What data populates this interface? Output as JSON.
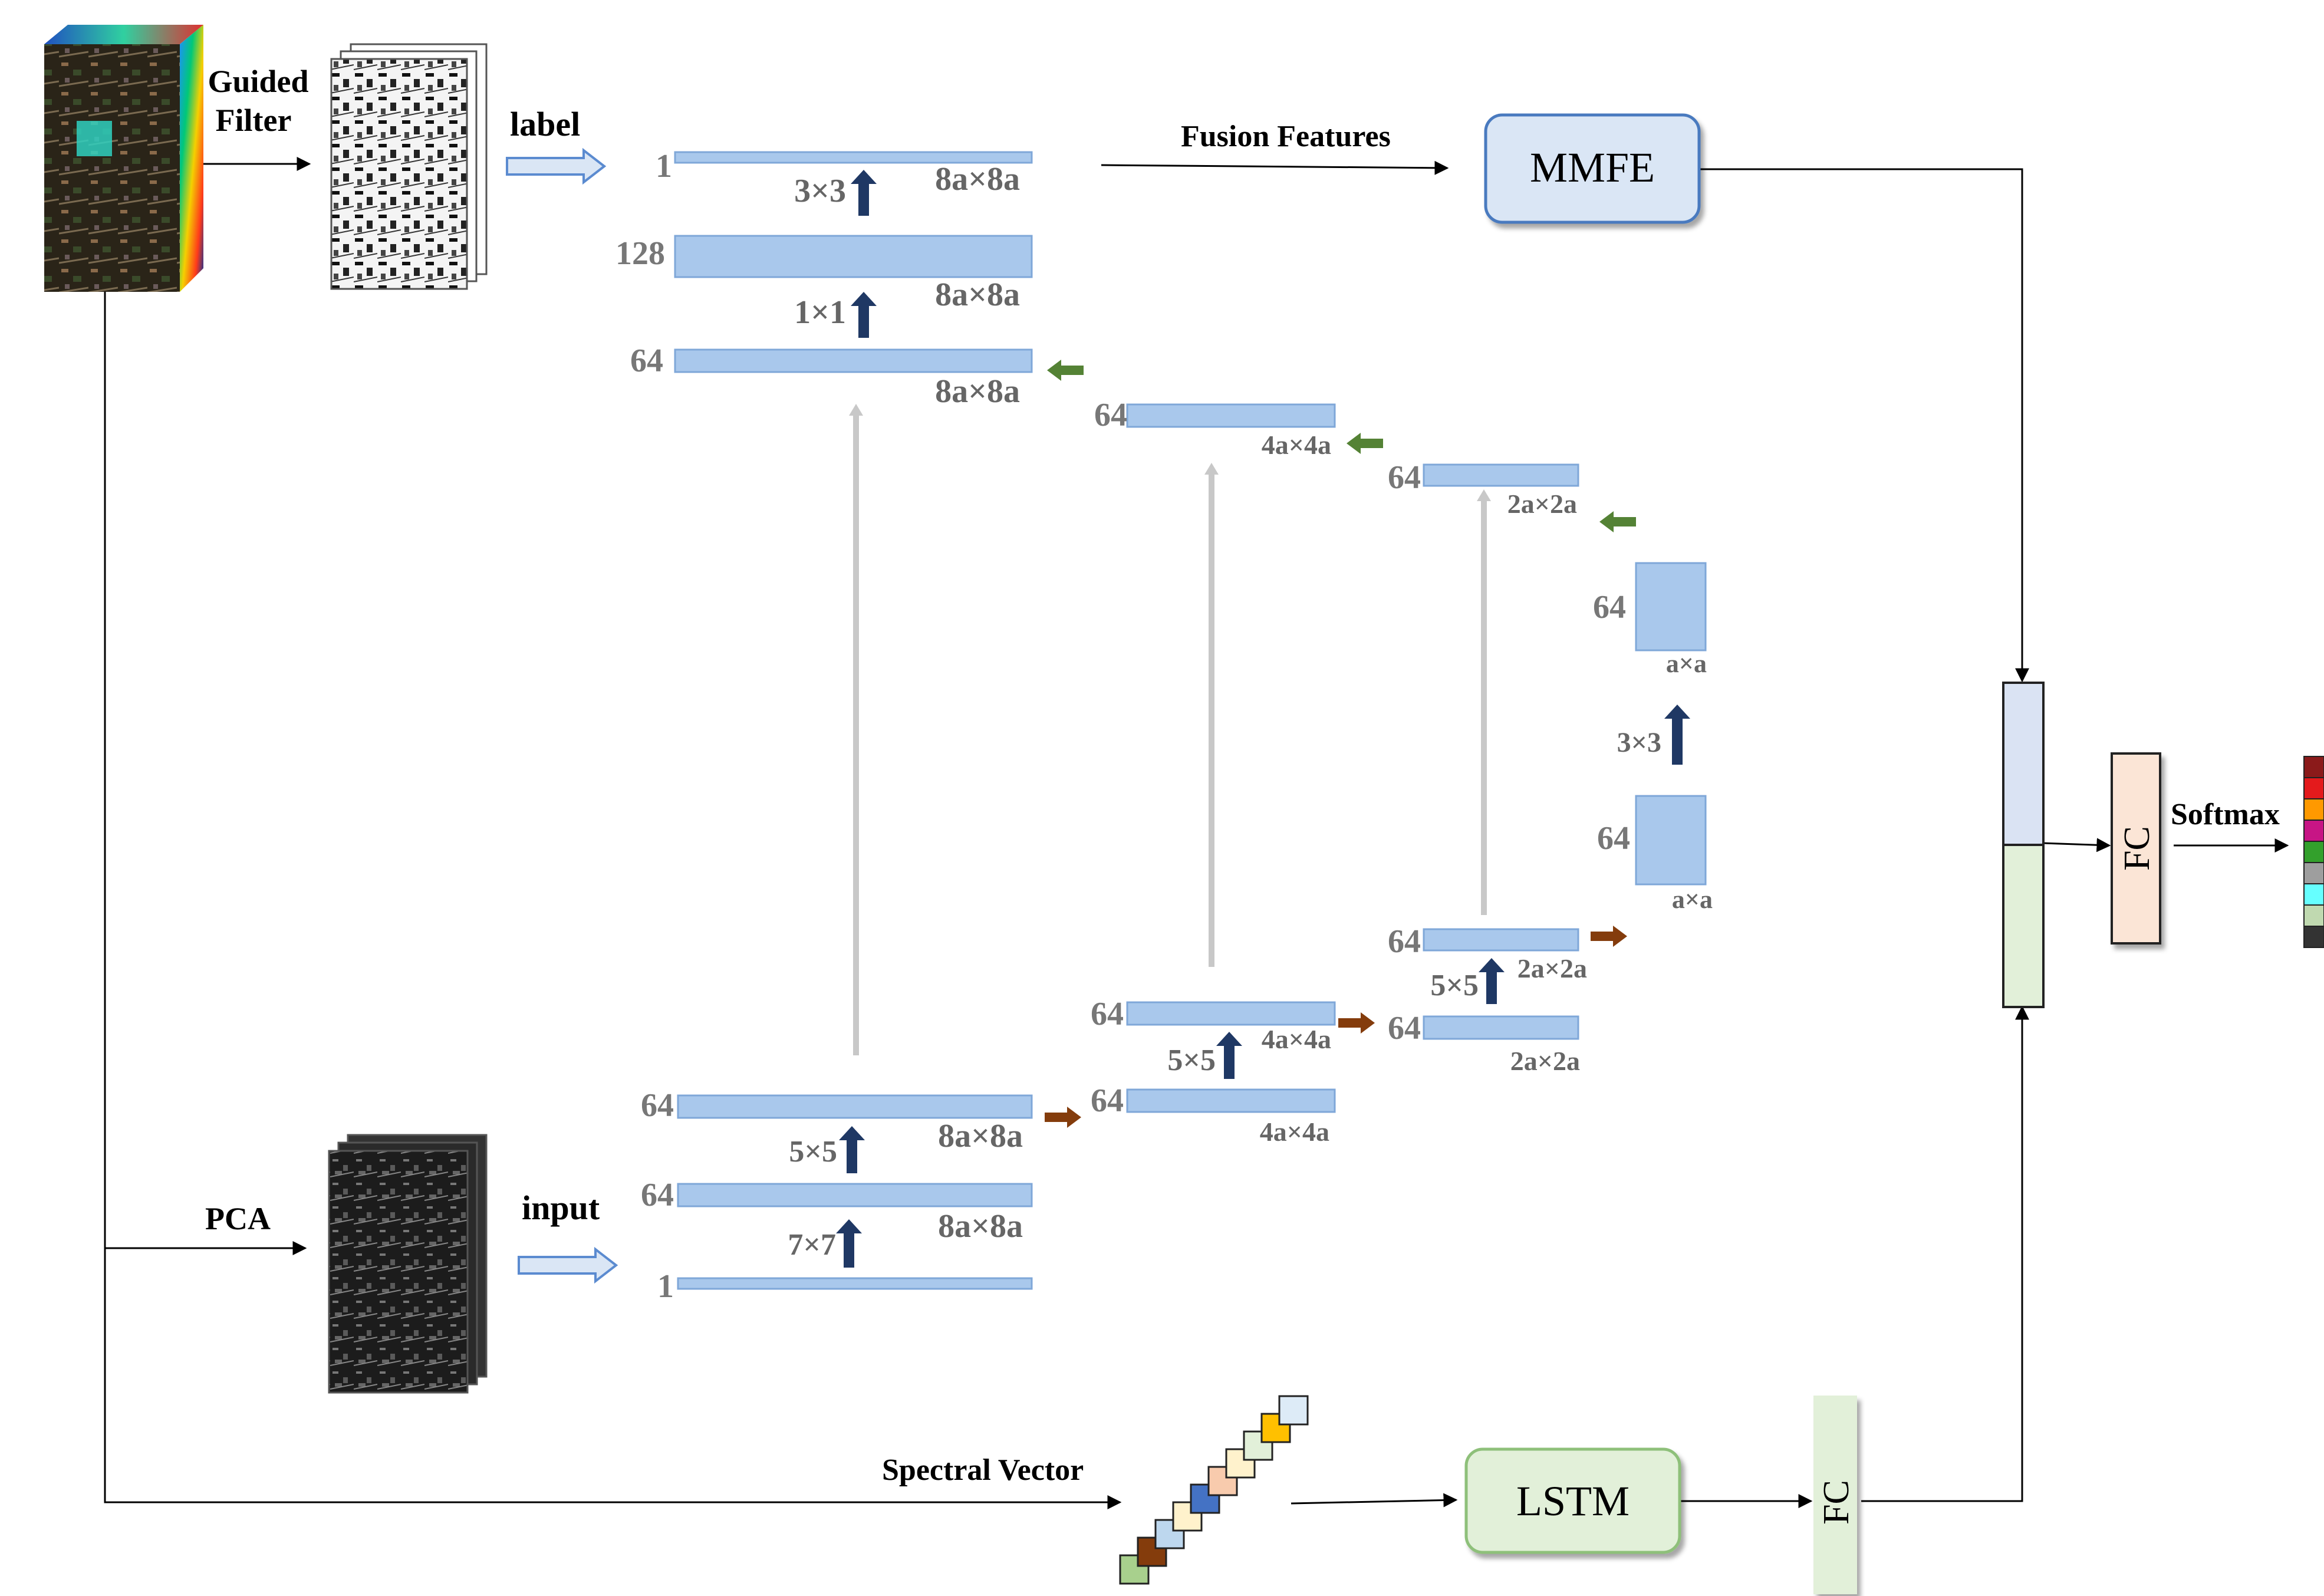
{
  "labels": {
    "guided_filter": [
      "Guided",
      "Filter"
    ],
    "label": "label",
    "input": "input",
    "pca": "PCA",
    "fusion_features": "Fusion Features",
    "spectral_vector": "Spectral Vector",
    "softmax": "Softmax"
  },
  "boxes": {
    "mmfe": "MMFE",
    "lstm": "LSTM",
    "fc_main": "FC",
    "fc_lstm": "FC"
  },
  "decoder": {
    "top": {
      "channels": "1",
      "size": "8a×8a",
      "kernel": "3×3"
    },
    "mid": {
      "channels": "128",
      "size": "8a×8a",
      "kernel": "1×1"
    },
    "bottom": {
      "channels": "64",
      "size": "8a×8a"
    },
    "d4": {
      "channels": "64",
      "size": "4a×4a"
    },
    "d2": {
      "channels": "64",
      "size": "2a×2a"
    }
  },
  "bottleneck": {
    "upper": {
      "channels": "64",
      "size": "a×a"
    },
    "kernel": "3×3",
    "lower": {
      "channels": "64",
      "size": "a×a"
    }
  },
  "encoder": {
    "input_layer": {
      "channels": "1"
    },
    "e1": {
      "channels": "64",
      "size": "8a×8a",
      "kernel": "7×7"
    },
    "e2": {
      "channels": "64",
      "size": "8a×8a",
      "kernel": "5×5"
    },
    "e3a": {
      "channels": "64",
      "size": "4a×4a"
    },
    "e3b": {
      "channels": "64",
      "size": "4a×4a",
      "kernel": "5×5"
    },
    "e4a": {
      "channels": "64",
      "size": "2a×2a"
    },
    "e4b": {
      "channels": "64",
      "size": "2a×2a",
      "kernel": "5×5"
    }
  },
  "colors": {
    "layer_fill": "#a9c8ec",
    "layer_stroke": "#7fa7d8",
    "up_arrow": "#1f3864",
    "encoder_arrow": "#843c0c",
    "decoder_arrow": "#548235",
    "skip": "#c8c8c8",
    "mmfe_fill": "#dae6f5",
    "lstm_fill": "#e2f0d9",
    "fc_fill": "#fbe5d6",
    "concat_top": "#dae3f3",
    "concat_bottom": "#e2f0d9"
  },
  "class_colors": [
    "#8b1a1a",
    "#e41a1c",
    "#ff9900",
    "#c71585",
    "#33a02c",
    "#9e9e9e",
    "#66ffff",
    "#c0d9b0",
    "#333333"
  ],
  "spectral_colors": [
    "#a8d08d",
    "#843c0c",
    "#bdd7ee",
    "#fff2cc",
    "#4472c4",
    "#f8cbad",
    "#fff2cc",
    "#e2f0d9",
    "#ffc000",
    "#ddebf7"
  ]
}
